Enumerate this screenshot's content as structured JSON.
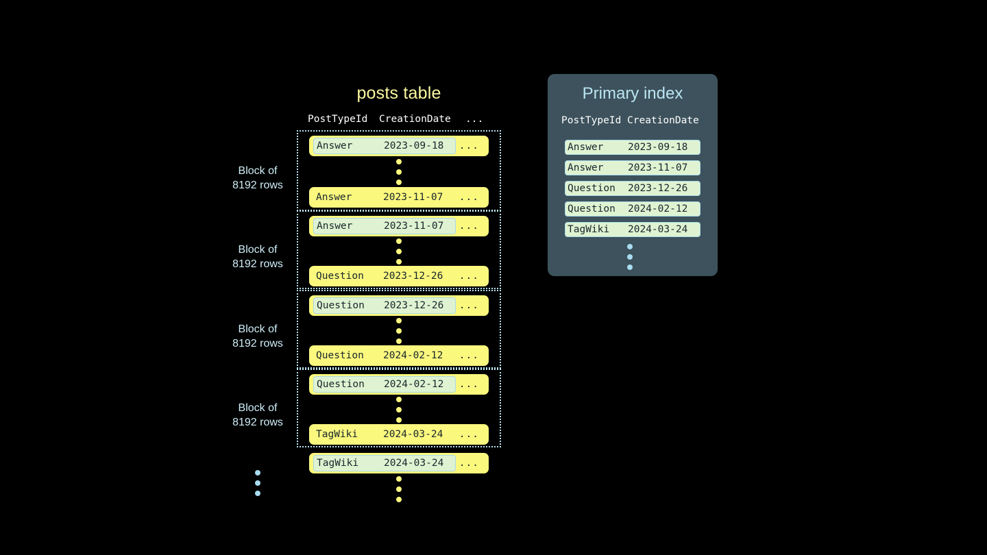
{
  "posts_table": {
    "title": "posts table",
    "columns": [
      "PostTypeId",
      "CreationDate",
      "..."
    ],
    "blocks": [
      {
        "label_line1": "Block of",
        "label_line2": "8192 rows",
        "first_row": {
          "type": "Answer",
          "date": "2023-09-18",
          "more": "...",
          "highlighted": true
        },
        "last_row": {
          "type": "Answer",
          "date": "2023-11-07",
          "more": "...",
          "highlighted": false
        }
      },
      {
        "label_line1": "Block of",
        "label_line2": "8192 rows",
        "first_row": {
          "type": "Answer",
          "date": "2023-11-07",
          "more": "...",
          "highlighted": true
        },
        "last_row": {
          "type": "Question",
          "date": "2023-12-26",
          "more": "...",
          "highlighted": false
        }
      },
      {
        "label_line1": "Block of",
        "label_line2": "8192 rows",
        "first_row": {
          "type": "Question",
          "date": "2023-12-26",
          "more": "...",
          "highlighted": true
        },
        "last_row": {
          "type": "Question",
          "date": "2024-02-12",
          "more": "...",
          "highlighted": false
        }
      },
      {
        "label_line1": "Block of",
        "label_line2": "8192 rows",
        "first_row": {
          "type": "Question",
          "date": "2024-02-12",
          "more": "...",
          "highlighted": true
        },
        "last_row": {
          "type": "TagWiki",
          "date": "2024-03-24",
          "more": "...",
          "highlighted": false
        }
      }
    ],
    "trailing_row": {
      "type": "TagWiki",
      "date": "2024-03-24",
      "more": "...",
      "highlighted": true
    }
  },
  "primary_index": {
    "title": "Primary index",
    "columns": [
      "PostTypeId",
      "CreationDate"
    ],
    "rows": [
      {
        "type": "Answer",
        "date": "2023-09-18"
      },
      {
        "type": "Answer",
        "date": "2023-11-07"
      },
      {
        "type": "Question",
        "date": "2023-12-26"
      },
      {
        "type": "Question",
        "date": "2024-02-12"
      },
      {
        "type": "TagWiki",
        "date": "2024-03-24"
      }
    ]
  },
  "colors": {
    "background": "#000000",
    "row_yellow": "#fbf87e",
    "highlight_green": "#dff3d2",
    "highlight_border": "#a8d8ea",
    "accent_blue": "#b9e4f2",
    "panel_slate": "#3d525c",
    "title_yellow": "#faf8a0",
    "text_dark": "#17252b"
  }
}
